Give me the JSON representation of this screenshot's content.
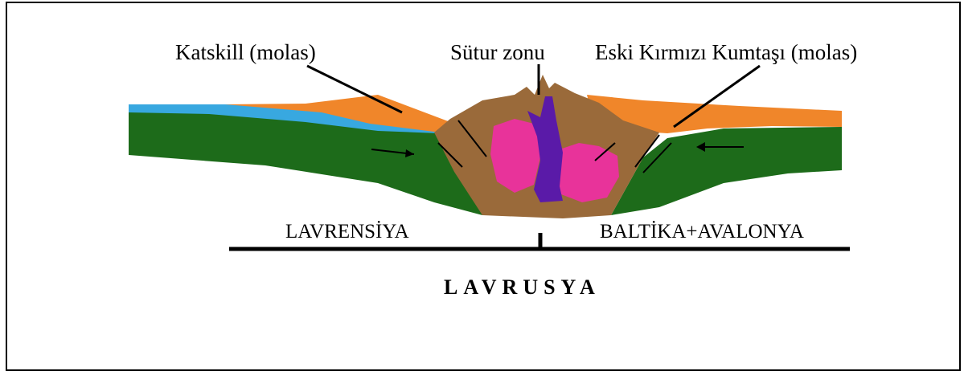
{
  "labels": {
    "katskill": "Katskill (molas)",
    "suture": "Sütur zonu",
    "old_red": "Eski Kırmızı Kumtaşı (molas)",
    "laurentia": "LAVRENSİYA",
    "baltica": "BALTİKA+AVALONYA",
    "laurussia": "LAVRUSYA"
  },
  "colors": {
    "green": "#1d6b1a",
    "orange": "#f0862a",
    "blue": "#38a8e0",
    "brown": "#9a6a3a",
    "pink": "#e8339a",
    "purple": "#5a1aa8"
  }
}
